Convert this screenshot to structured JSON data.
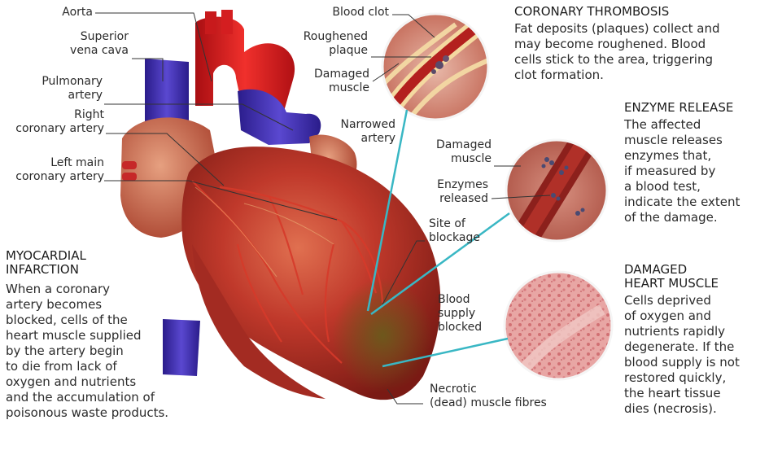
{
  "labels": {
    "aorta": "Aorta",
    "superior_vena_cava": [
      "Superior",
      "vena cava"
    ],
    "pulmonary_artery": [
      "Pulmonary",
      "artery"
    ],
    "right_coronary_artery": [
      "Right",
      "coronary artery"
    ],
    "left_main_coronary_artery": [
      "Left main",
      "coronary artery"
    ],
    "blood_clot": "Blood clot",
    "roughened_plaque": [
      "Roughened",
      "plaque"
    ],
    "damaged_muscle_top": [
      "Damaged",
      "muscle"
    ],
    "narrowed_artery": [
      "Narrowed",
      "artery"
    ],
    "damaged_muscle_mid": [
      "Damaged",
      "muscle"
    ],
    "enzymes_released": [
      "Enzymes",
      "released"
    ],
    "site_of_blockage": [
      "Site of",
      "blockage"
    ],
    "blood_supply_blocked": [
      "Blood",
      "supply",
      "blocked"
    ],
    "necrotic_fibres": [
      "Necrotic",
      "(dead) muscle fibres"
    ]
  },
  "sections": {
    "coronary_thrombosis": {
      "title": "CORONARY THROMBOSIS",
      "lines": [
        "Fat deposits (plaques) collect and",
        "may become roughened. Blood",
        "cells stick to the area, triggering",
        "clot formation."
      ]
    },
    "enzyme_release": {
      "title": "ENZYME RELEASE",
      "lines": [
        "The affected",
        "muscle releases",
        "enzymes that,",
        "if measured by",
        "a blood test,",
        "indicate the extent",
        "of the damage."
      ]
    },
    "damaged_heart_muscle": {
      "title": [
        "DAMAGED",
        "HEART MUSCLE"
      ],
      "lines": [
        "Cells deprived",
        "of oxygen and",
        "nutrients rapidly",
        "degenerate. If the",
        "blood supply is not",
        "restored quickly,",
        "the heart tissue",
        "dies (necrosis)."
      ]
    },
    "myocardial_infarction": {
      "title": [
        "MYOCARDIAL",
        "INFARCTION"
      ],
      "lines": [
        "When a coronary",
        "artery becomes",
        "blocked, cells of the",
        "heart muscle supplied",
        "by the artery begin",
        "to die from lack of",
        "oxygen and nutrients",
        "and the accumulation of",
        "poisonous waste products."
      ]
    }
  },
  "colors": {
    "heart_red": "#c0392b",
    "aorta_red": "#e0161c",
    "vein_blue": "#4432b8",
    "teal_pointer": "#39b7c4",
    "leader_line": "#333333"
  }
}
